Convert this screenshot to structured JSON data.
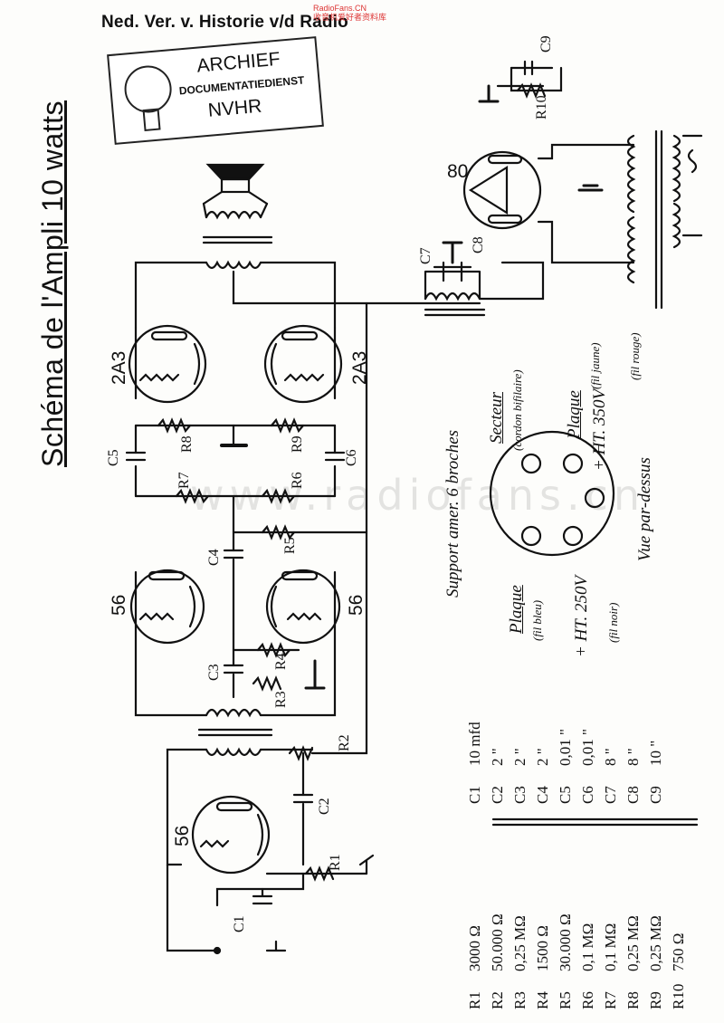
{
  "header": "Ned. Ver. v. Historie v/d Radio",
  "watermark_top": [
    "RadioFans.CN",
    "收音机爱好者资料库"
  ],
  "stamp": {
    "line1": "ARCHIEF",
    "line2": "DOCUMENTATIEDIENST",
    "line3": "NVHR"
  },
  "title": "Schéma de l'Ampli 10 watts",
  "watermark_mid": "www.radiofans.cn",
  "tubes": {
    "rectifier": "80",
    "output_top": "2A3",
    "output_bottom": "2A3",
    "driver_left": "56",
    "driver_right": "56",
    "input": "56"
  },
  "component_labels": {
    "c1": "C1",
    "c2": "C2",
    "c3": "C3",
    "c4": "C4",
    "c5": "C5",
    "c6": "C6",
    "c7": "C7",
    "c8": "C8",
    "c9": "C9",
    "r1": "R1",
    "r2": "R2",
    "r3": "R3",
    "r4": "R4",
    "r5": "R5",
    "r6": "R6",
    "r7": "R7",
    "r8": "R8",
    "r9": "R9",
    "r10": "R10"
  },
  "socket": {
    "caption": "Support amer. 6 broches",
    "view": "Vue par-dessus",
    "secteur": "Secteur",
    "secteur_note": "(cordon bifilaire)",
    "plaque_jaune": "Plaque",
    "plaque_jaune_note": "(fil jaune)",
    "ht350": "+ HT. 350V",
    "ht350_note": "(fil rouge)",
    "plaque_bleu": "Plaque",
    "plaque_bleu_note": "(fil bleu)",
    "ht250": "+ HT. 250V",
    "ht250_note": "(fil noir)"
  },
  "resistors": [
    {
      "ref": "R1",
      "value": "3000 Ω"
    },
    {
      "ref": "R2",
      "value": "50.000 Ω"
    },
    {
      "ref": "R3",
      "value": "0,25 MΩ"
    },
    {
      "ref": "R4",
      "value": "1500 Ω"
    },
    {
      "ref": "R5",
      "value": "30.000 Ω"
    },
    {
      "ref": "R6",
      "value": "0,1 MΩ"
    },
    {
      "ref": "R7",
      "value": "0,1 MΩ"
    },
    {
      "ref": "R8",
      "value": "0,25 MΩ"
    },
    {
      "ref": "R9",
      "value": "0,25 MΩ"
    },
    {
      "ref": "R10",
      "value": "750 Ω"
    }
  ],
  "capacitors": [
    {
      "ref": "C1",
      "value": "10 mfd"
    },
    {
      "ref": "C2",
      "value": "2 \""
    },
    {
      "ref": "C3",
      "value": "2 \""
    },
    {
      "ref": "C4",
      "value": "2 \""
    },
    {
      "ref": "C5",
      "value": "0,01 \""
    },
    {
      "ref": "C6",
      "value": "0,01 \""
    },
    {
      "ref": "C7",
      "value": "8 \""
    },
    {
      "ref": "C8",
      "value": "8 \""
    },
    {
      "ref": "C9",
      "value": "10 \""
    }
  ]
}
